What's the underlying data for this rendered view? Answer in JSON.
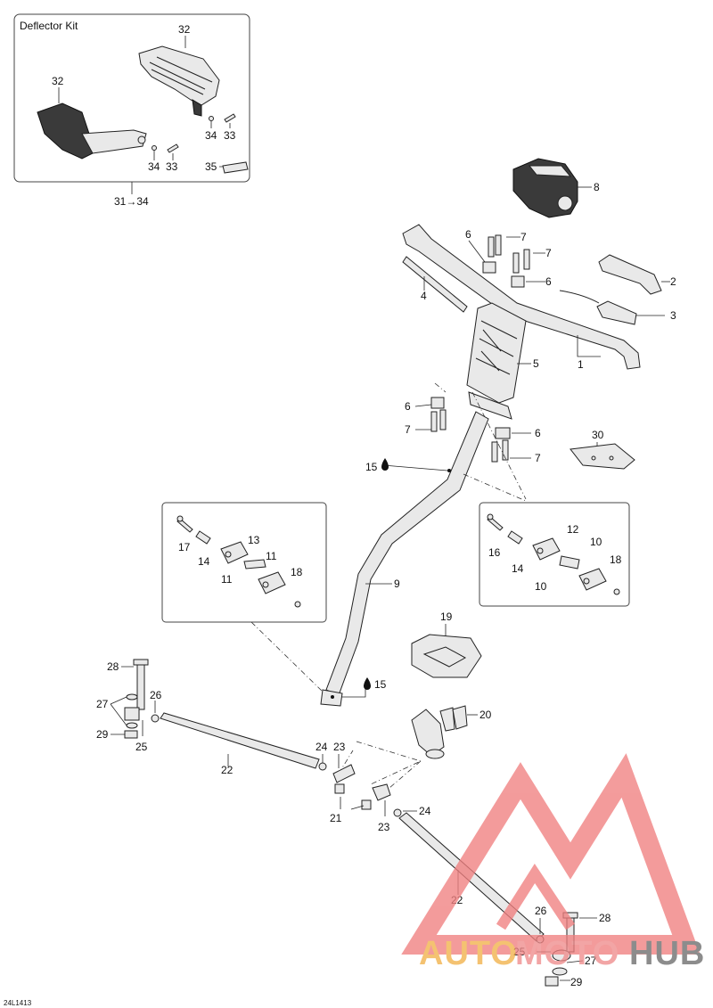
{
  "kit": {
    "title": "Deflector Kit",
    "range_label": "31→34"
  },
  "drawing_code": "24L1413",
  "watermark": {
    "auto": "AUTO",
    "moto": "MOTO",
    "hub": "HUB"
  },
  "labels": {
    "l32a": "32",
    "l32b": "32",
    "l34a": "34",
    "l33a": "33",
    "l34b": "34",
    "l33b": "33",
    "l35": "35",
    "l8": "8",
    "l6a": "6",
    "l7a": "7",
    "l7b": "7",
    "l6b": "6",
    "l2": "2",
    "l4": "4",
    "l3": "3",
    "l5": "5",
    "l1": "1",
    "l6c": "6",
    "l7c": "7",
    "l6d": "6",
    "l7d": "7",
    "l30": "30",
    "l15a": "15",
    "l17": "17",
    "l14a": "14",
    "l13": "13",
    "l11a": "11",
    "l11b": "11",
    "l18a": "18",
    "l16": "16",
    "l14b": "14",
    "l12": "12",
    "l10a": "10",
    "l10b": "10",
    "l18b": "18",
    "l9": "9",
    "l19": "19",
    "l15b": "15",
    "l28a": "28",
    "l26a": "26",
    "l27a": "27",
    "l29a": "29",
    "l25a": "25",
    "l20": "20",
    "l22a": "22",
    "l24a": "24",
    "l23a": "23",
    "l21": "21",
    "l23b": "23",
    "l24b": "24",
    "l22b": "22",
    "l26b": "26",
    "l28b": "28",
    "l25b": "25",
    "l27b": "27",
    "l29b": "29"
  }
}
